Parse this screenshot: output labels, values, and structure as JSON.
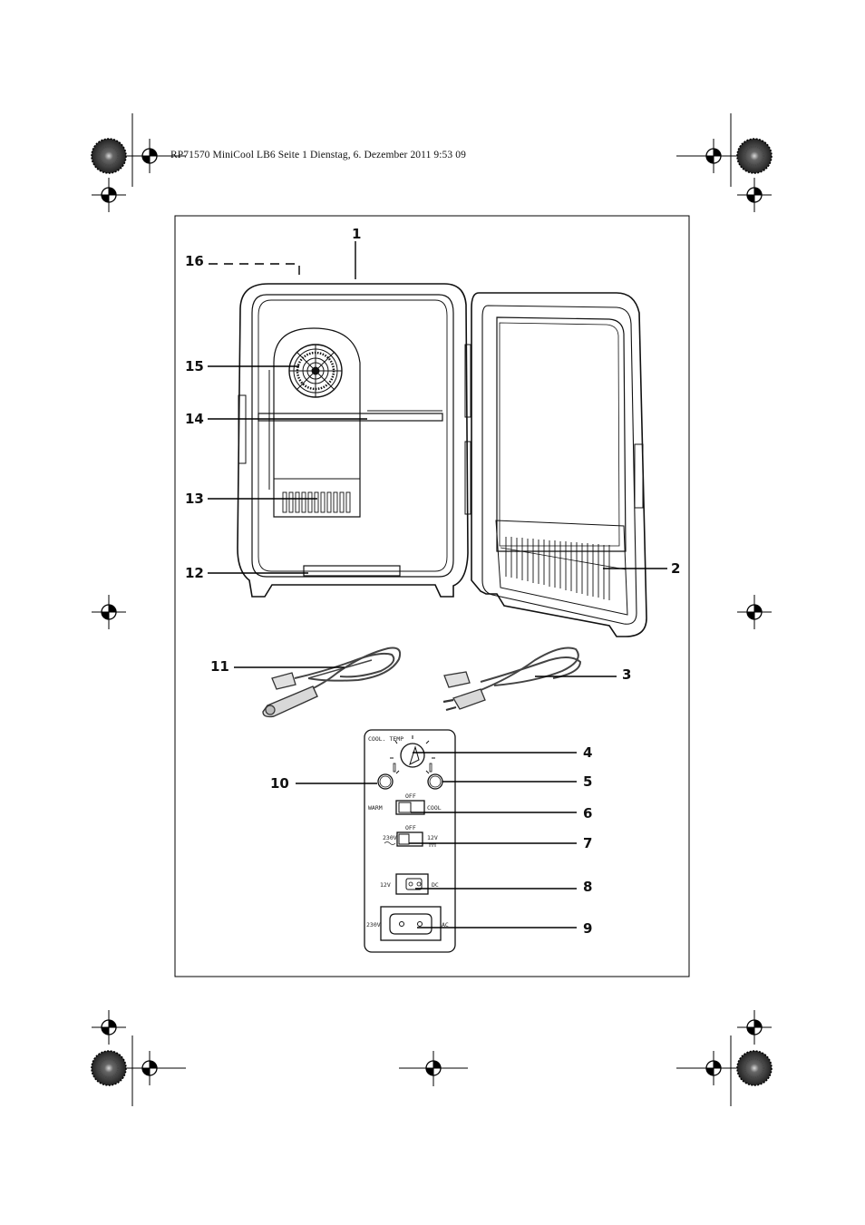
{
  "header": {
    "print_info": "RP71570 MiniCool LB6  Seite 1  Dienstag, 6. Dezember 2011  9:53 09"
  },
  "callouts": {
    "c1": "1",
    "c2": "2",
    "c3": "3",
    "c4": "4",
    "c5": "5",
    "c6": "6",
    "c7": "7",
    "c8": "8",
    "c9": "9",
    "c10": "10",
    "c11": "11",
    "c12": "12",
    "c13": "13",
    "c14": "14",
    "c15": "15",
    "c16": "16"
  },
  "control_panel": {
    "cool_temp": "COOL. TEMP",
    "mode_off": "OFF",
    "warm": "WARM",
    "cool": "COOL",
    "power_off": "OFF",
    "v230": "230V",
    "v12": "12V",
    "dc_left": "12V",
    "dc_right": "DC",
    "ac_left": "230V",
    "ac_right": "AC"
  }
}
